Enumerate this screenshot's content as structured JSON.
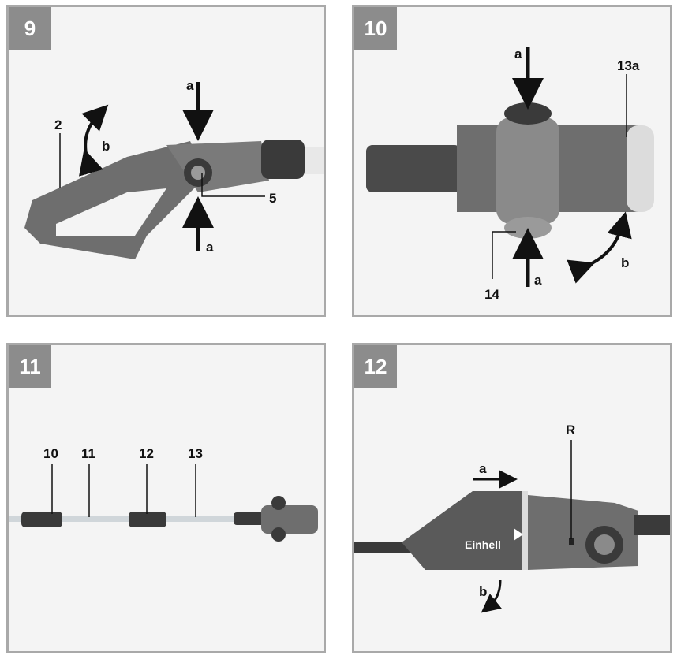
{
  "figures": [
    {
      "number": "9",
      "labels": {
        "a_top": "a",
        "a_bottom": "a",
        "b": "b",
        "part_2": "2",
        "part_5": "5"
      }
    },
    {
      "number": "10",
      "labels": {
        "a_top": "a",
        "a_bottom": "a",
        "b": "b",
        "part_13a": "13a",
        "part_14": "14"
      }
    },
    {
      "number": "11",
      "labels": {
        "part_10": "10",
        "part_11": "11",
        "part_12": "12",
        "part_13": "13"
      }
    },
    {
      "number": "12",
      "labels": {
        "R": "R",
        "a": "a",
        "b": "b",
        "brand": "Einhell"
      }
    }
  ],
  "colors": {
    "panel_border": "#a9a9a9",
    "badge_bg": "#8c8c8c",
    "tool_body": "#6e6e6e",
    "tool_dark": "#3a3a3a"
  }
}
